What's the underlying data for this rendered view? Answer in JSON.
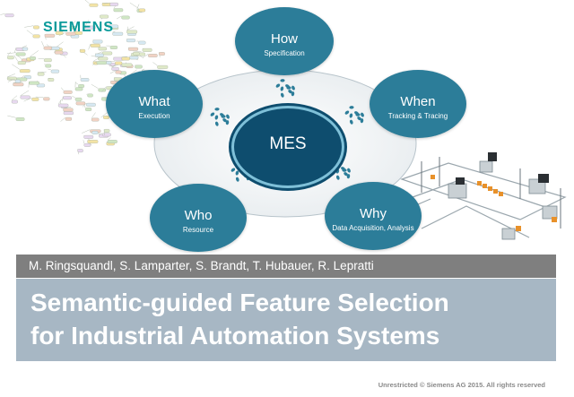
{
  "brand": {
    "logo": "SIEMENS"
  },
  "diagram": {
    "center": "MES",
    "nodes": [
      {
        "key": "how",
        "title": "How",
        "subtitle": "Specification"
      },
      {
        "key": "when",
        "title": "When",
        "subtitle": "Tracking & Tracing"
      },
      {
        "key": "why",
        "title": "Why",
        "subtitle": "Data Acquisition, Analysis"
      },
      {
        "key": "who",
        "title": "Who",
        "subtitle": "Resource"
      },
      {
        "key": "what",
        "title": "What",
        "subtitle": "Execution"
      }
    ]
  },
  "slide": {
    "authors": "M. Ringsquandl, S. Lamparter, S. Brandt, T. Hubauer, R. Lepratti",
    "title_line1": "Semantic-guided Feature Selection",
    "title_line2": "for Industrial Automation Systems"
  },
  "footer": {
    "copyright": "Unrestricted © Siemens AG 2015. All rights reserved"
  },
  "colors": {
    "brand": "#0a9a9a",
    "bubble": "#2c7d99",
    "core": "#0e4d6e",
    "title_band": "#a7b7c4",
    "author_band": "#7f7f7f"
  }
}
